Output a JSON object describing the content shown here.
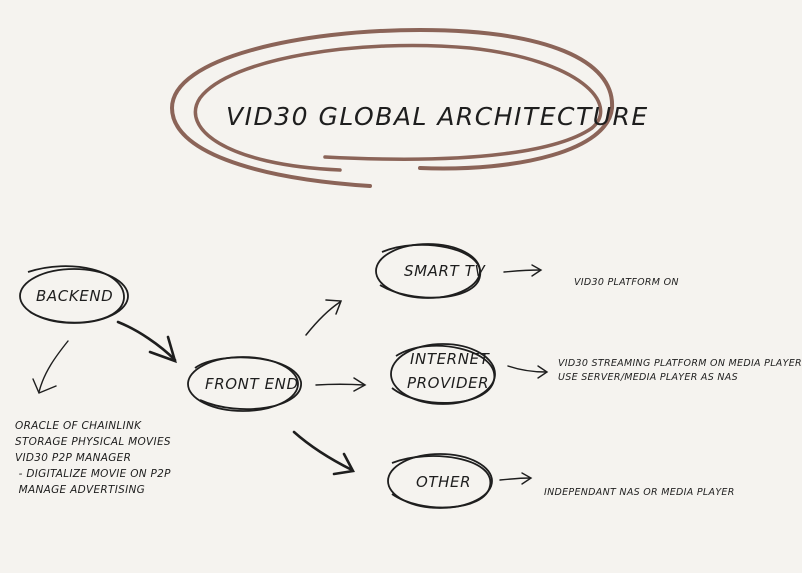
{
  "title": "VID30 GLOBAL ARCHITECTURE",
  "nodes": {
    "backend": "BACKEND",
    "front_end": "FRONT END",
    "smart_tv": "SMART TV",
    "internet_provider_line1": "INTERNET",
    "internet_provider_line2": "PROVIDER",
    "other": "OTHER"
  },
  "notes": {
    "smart_tv": "VID30 PLATFORM ON",
    "internet_provider_line1": "VID30 STREAMING PLATFORM ON MEDIA PLAYER",
    "internet_provider_line2": "USE SERVER/MEDIA PLAYER AS NAS",
    "other": "INDEPENDANT NAS OR MEDIA PLAYER"
  },
  "backend_list": [
    "ORACLE OF CHAINLINK",
    "STORAGE PHYSICAL MOVIES",
    "VID30 P2P MANAGER",
    " - DIGITALIZE MOVIE ON P2P",
    " MANAGE ADVERTISING"
  ],
  "colors": {
    "title_ellipse": "#8b6458",
    "ink": "#1e1e1e",
    "background": "#f5f3ef"
  }
}
